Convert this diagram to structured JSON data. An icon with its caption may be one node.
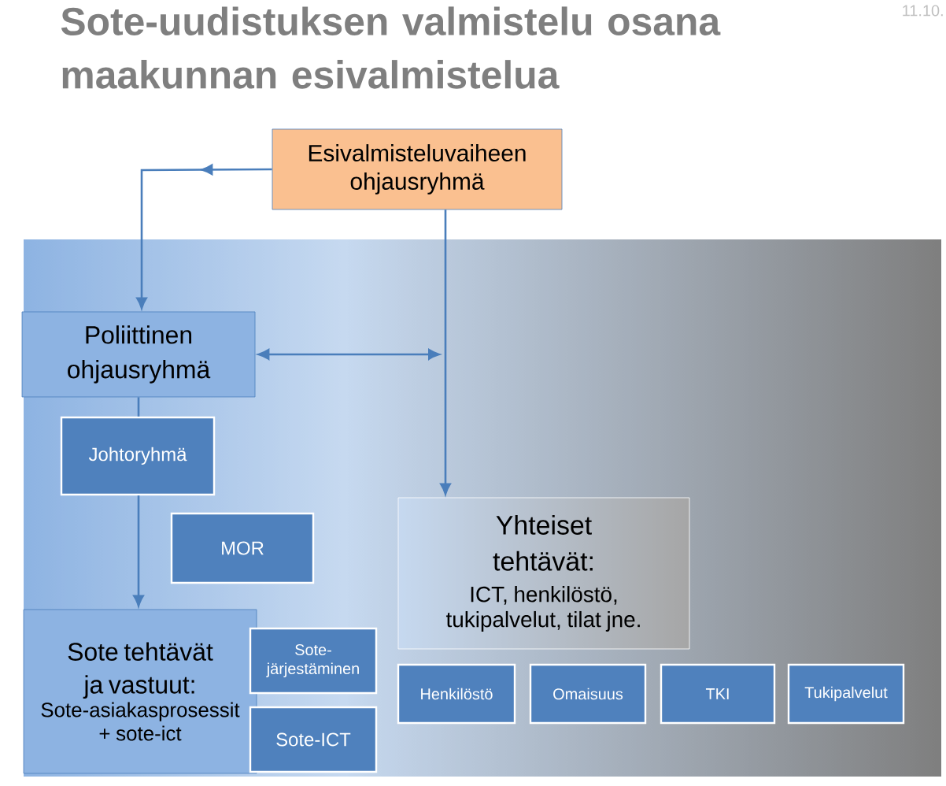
{
  "diagram": {
    "title": "Sote-uudistuksen valmistelu osana maakunnan esivalmistelua",
    "nodes": [
      {
        "text": [
          "Esivalmisteluvaiheen ohjausryhmä"
        ]
      },
      {
        "text": [
          "Poliittinen ohjausryhmä"
        ]
      },
      {
        "text": [
          "Johtoryhmä"
        ]
      },
      {
        "text": [
          "MOR"
        ]
      },
      {
        "text": [
          "Sote tehtävät ja vastuut:",
          "Sote-asiakasprosessit + sote-ict"
        ]
      },
      {
        "text": [
          "Sote-järjestäminen"
        ]
      },
      {
        "text": [
          "Sote-ICT"
        ]
      },
      {
        "text": [
          "Yhteiset tehtävät:",
          "ICT, henkilöstö, tukipalvelut, tilat jne."
        ]
      },
      {
        "text": [
          "Henkilöstö"
        ]
      },
      {
        "text": [
          "Omaisuus"
        ]
      },
      {
        "text": [
          "TKI"
        ]
      },
      {
        "text": [
          "Tukipalvelut"
        ]
      }
    ],
    "edges": [
      {
        "from": 0,
        "to": 1,
        "arrow": "to"
      },
      {
        "from": 0,
        "to": 7,
        "arrow": "to"
      },
      {
        "from": 1,
        "to": null,
        "arrow": "both"
      },
      {
        "from": 1,
        "to": 2,
        "arrow": "none"
      },
      {
        "from": 2,
        "to": 4,
        "arrow": "to"
      }
    ],
    "labels": [
      "11.10."
    ]
  }
}
